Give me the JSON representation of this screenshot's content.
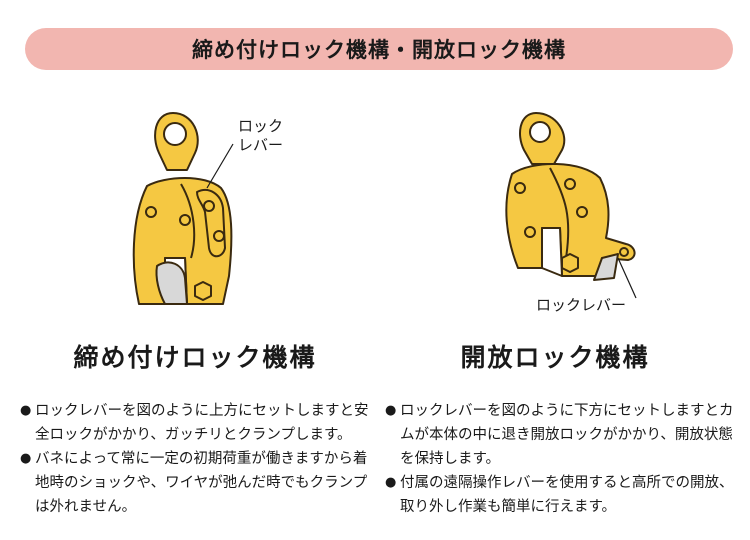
{
  "banner": {
    "title": "締め付けロック機構・開放ロック機構"
  },
  "left": {
    "callout_line1": "ロック",
    "callout_line2": "レバー",
    "heading": "締め付けロック機構",
    "bullets": [
      "ロックレバーを図のように上方にセットしますと安全ロックがかかり、ガッチリとクランプします。",
      "バネによって常に一定の初期荷重が働きますから着地時のショックや、ワイヤが弛んだ時でもクランプは外れません。"
    ]
  },
  "right": {
    "callout": "ロックレバー",
    "heading": "開放ロック機構",
    "bullets": [
      "ロックレバーを図のように下方にセットしますとカムが本体の中に退き開放ロックがかかり、開放状態を保持します。",
      "付属の遠隔操作レバーを使用すると高所での開放、取り外し作業も簡単に行えます。"
    ]
  },
  "colors": {
    "banner": "#f2b6b0",
    "clamp_body": "#f5c842",
    "clamp_outline": "#3a2a10",
    "cam": "#d8d8d8"
  }
}
